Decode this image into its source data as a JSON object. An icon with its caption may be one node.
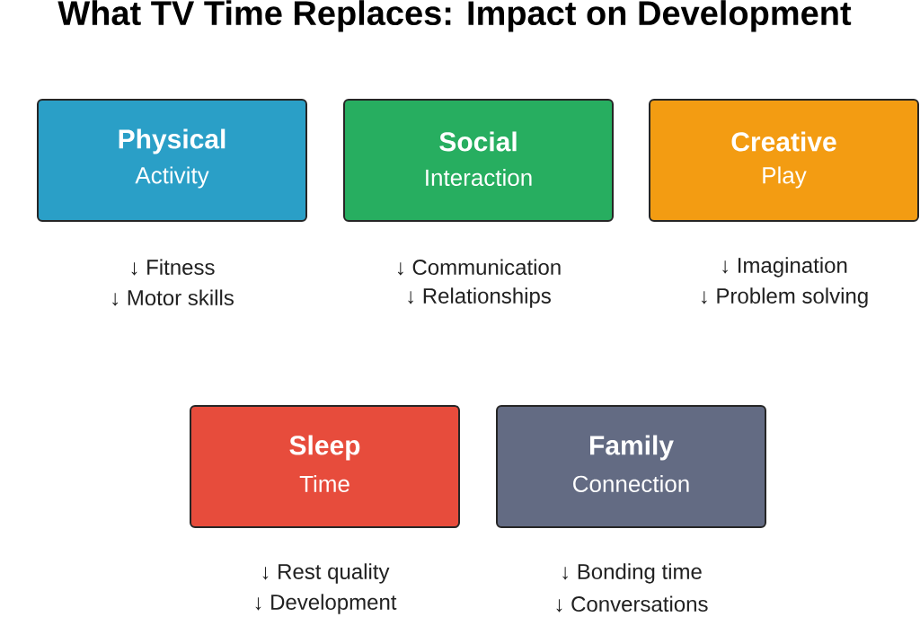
{
  "diagram": {
    "title": "What TV Time Replaces: Impact on Development",
    "nodes": [
      {
        "text": [
          "Physical",
          "Activity"
        ],
        "beside": [
          "↓ Fitness",
          "↓ Motor skills"
        ]
      },
      {
        "text": [
          "Social",
          "Interaction"
        ],
        "beside": [
          "↓ Communication",
          "↓ Relationships"
        ]
      },
      {
        "text": [
          "Creative",
          "Play"
        ],
        "beside": [
          "↓ Imagination",
          "↓ Problem solving"
        ]
      },
      {
        "text": [
          "Sleep",
          "Time"
        ],
        "beside": [
          "↓ Rest quality",
          "↓ Development"
        ]
      },
      {
        "text": [
          "Family",
          "Connection"
        ],
        "beside": [
          "↓ Bonding time",
          "↓ Conversations"
        ]
      }
    ]
  }
}
